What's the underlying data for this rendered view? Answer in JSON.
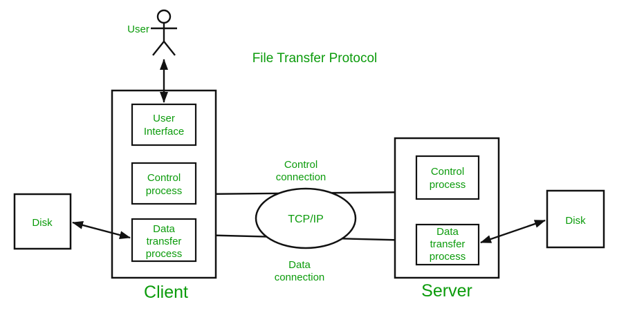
{
  "title": "File Transfer Protocol",
  "actor": {
    "label": "User"
  },
  "client": {
    "label": "Client",
    "user_interface": {
      "line1": "User",
      "line2": "Interface"
    },
    "control_process": {
      "line1": "Control",
      "line2": "process"
    },
    "data_transfer": {
      "line1": "Data",
      "line2": "transfer",
      "line3": "process"
    }
  },
  "server": {
    "label": "Server",
    "control_process": {
      "line1": "Control",
      "line2": "process"
    },
    "data_transfer": {
      "line1": "Data",
      "line2": "transfer",
      "line3": "process"
    }
  },
  "network": {
    "label": "TCP/IP"
  },
  "connections": {
    "control": {
      "line1": "Control",
      "line2": "connection"
    },
    "data": {
      "line1": "Data",
      "line2": "connection"
    }
  },
  "disk_left": {
    "label": "Disk"
  },
  "disk_right": {
    "label": "Disk"
  },
  "colors": {
    "text_green": "#0b9b0b",
    "line_black": "#111111"
  }
}
